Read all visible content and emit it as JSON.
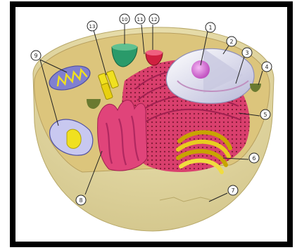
{
  "diagram": {
    "labels": [
      {
        "id": 1,
        "text": "1",
        "part": "nucleolus"
      },
      {
        "id": 2,
        "text": "2",
        "part": "nucleus"
      },
      {
        "id": 3,
        "text": "3",
        "part": "rough-endoplasmic-reticulum"
      },
      {
        "id": 4,
        "text": "4",
        "part": "vesicle"
      },
      {
        "id": 5,
        "text": "5",
        "part": "rough-endoplasmic-reticulum"
      },
      {
        "id": 6,
        "text": "6",
        "part": "golgi-apparatus"
      },
      {
        "id": 7,
        "text": "7",
        "part": "cytoplasm"
      },
      {
        "id": 8,
        "text": "8",
        "part": "smooth-endoplasmic-reticulum"
      },
      {
        "id": 9,
        "text": "9",
        "part": "mitochondria"
      },
      {
        "id": 10,
        "text": "10",
        "part": "vacuole"
      },
      {
        "id": 11,
        "text": "11",
        "part": "cytoplasm"
      },
      {
        "id": 12,
        "text": "12",
        "part": "lysosome"
      },
      {
        "id": 13,
        "text": "13",
        "part": "centriole"
      }
    ],
    "colors": {
      "frame": "#000000",
      "cell_top": "#e8d58a",
      "cell_bowl": "#e6dca0",
      "cytoplasm_inner": "#d9c27a",
      "er_pink": "#d9386c",
      "nucleus": "#e7e7f5",
      "nucleolus": "#d870d8",
      "mito_blue": "#8c8cd8",
      "mito_yellow": "#f0e020",
      "golgi": "#e8d020",
      "vacuole": "#2a9a6a",
      "lysosome": "#d02040"
    }
  }
}
